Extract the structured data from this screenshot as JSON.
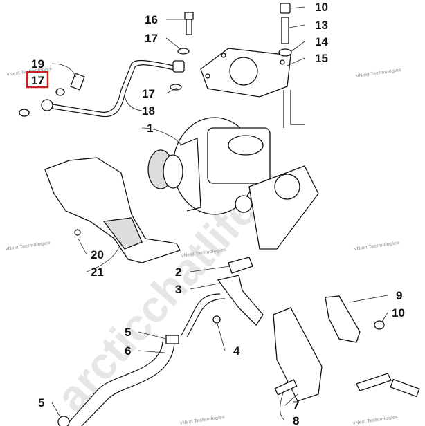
{
  "diagram": {
    "title": "Turbocharger assembly parts diagram",
    "watermarks": {
      "small": "vNext Technologies",
      "big": "arcticchatlife.n"
    },
    "highlight_color": "#cc2222",
    "callouts": [
      {
        "id": "c10a",
        "label": "10"
      },
      {
        "id": "c13",
        "label": "13"
      },
      {
        "id": "c14",
        "label": "14"
      },
      {
        "id": "c15",
        "label": "15"
      },
      {
        "id": "c16",
        "label": "16"
      },
      {
        "id": "c17a",
        "label": "17"
      },
      {
        "id": "c19",
        "label": "19"
      },
      {
        "id": "c17b",
        "label": "17",
        "highlighted": true
      },
      {
        "id": "c17c",
        "label": "17"
      },
      {
        "id": "c18",
        "label": "18"
      },
      {
        "id": "c1",
        "label": "1"
      },
      {
        "id": "c20",
        "label": "20"
      },
      {
        "id": "c21",
        "label": "21"
      },
      {
        "id": "c2",
        "label": "2"
      },
      {
        "id": "c3",
        "label": "3"
      },
      {
        "id": "c9",
        "label": "9"
      },
      {
        "id": "c10b",
        "label": "10"
      },
      {
        "id": "c5a",
        "label": "5"
      },
      {
        "id": "c6",
        "label": "6"
      },
      {
        "id": "c4",
        "label": "4"
      },
      {
        "id": "c7",
        "label": "7"
      },
      {
        "id": "c8",
        "label": "8"
      },
      {
        "id": "c5b",
        "label": "5"
      }
    ]
  }
}
